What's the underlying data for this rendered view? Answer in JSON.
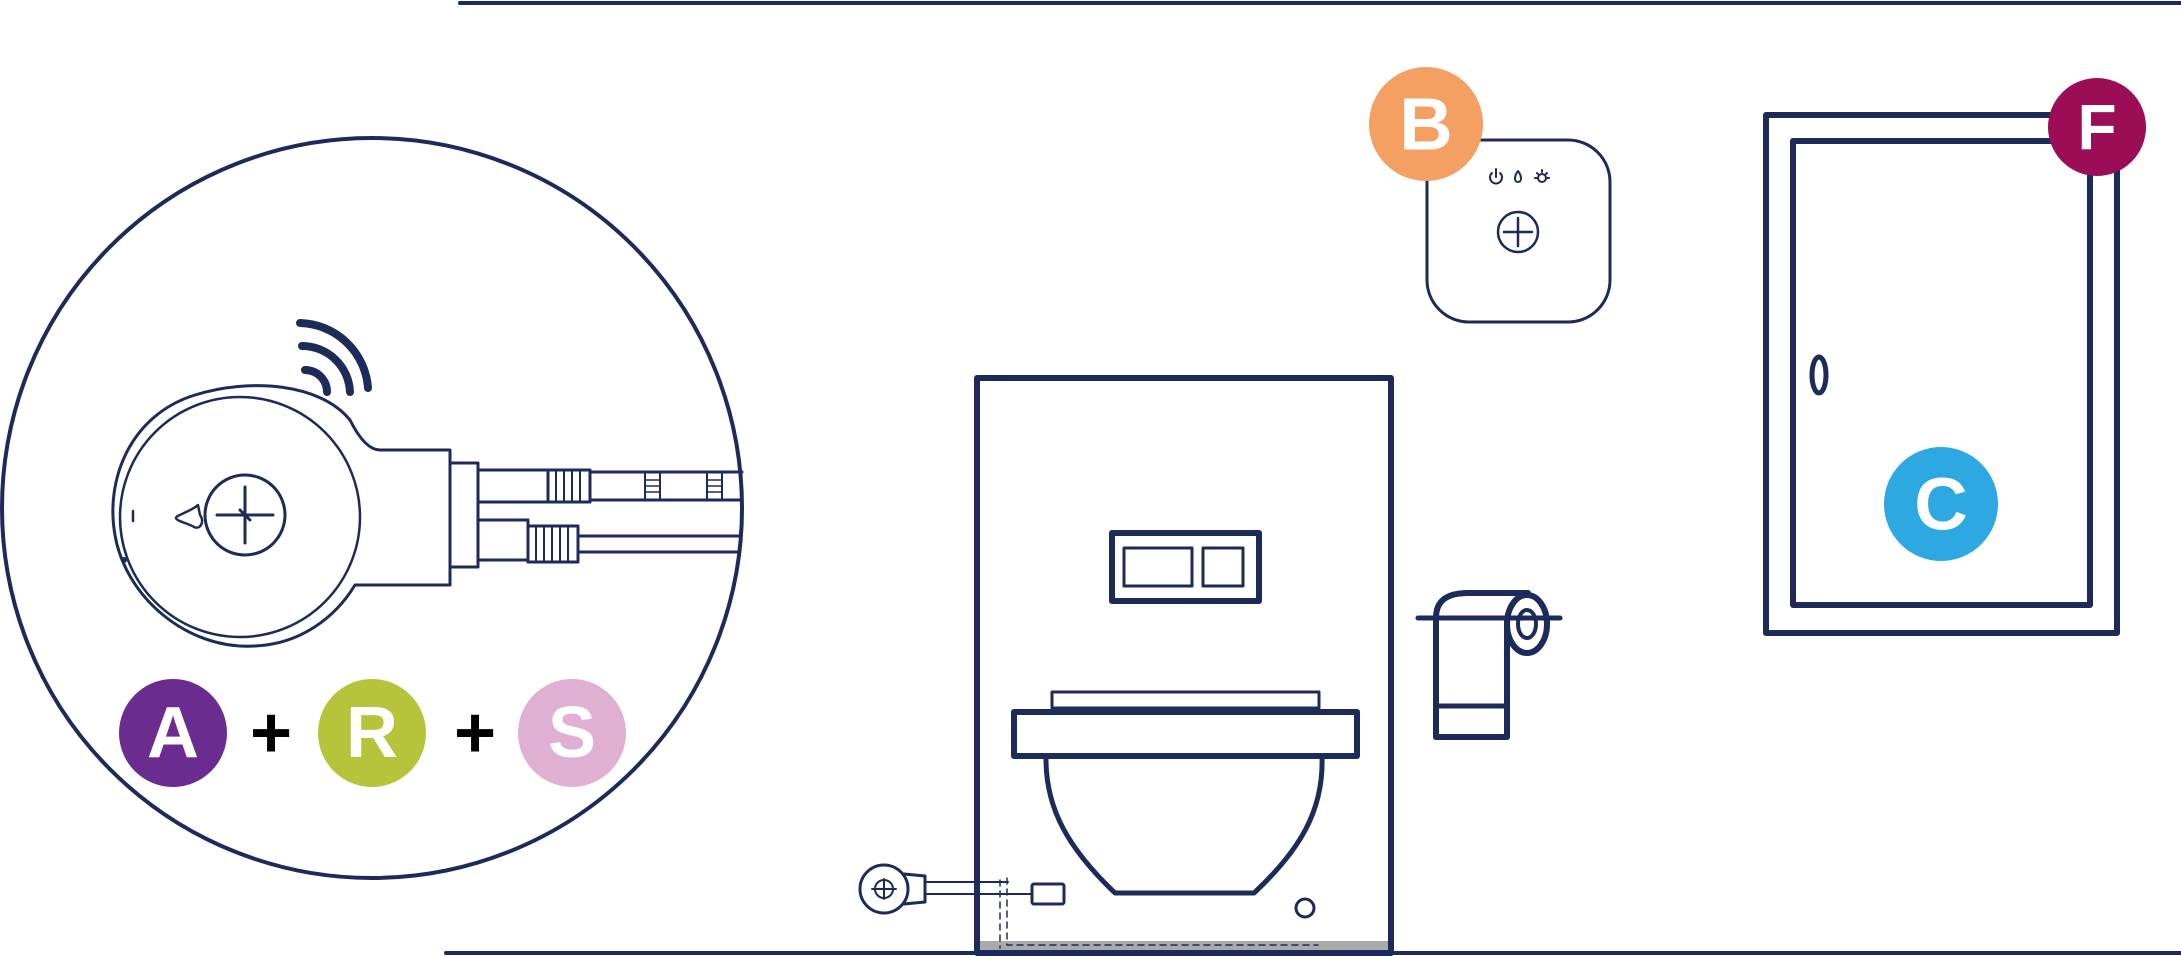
{
  "colors": {
    "line": "#1d2b5a",
    "badge_a": "#6a2c8f",
    "badge_r": "#b5c43a",
    "badge_s": "#dfb0d2",
    "badge_b": "#f4a063",
    "badge_c": "#2ea8e0",
    "badge_f": "#9b0d57",
    "floor_strip": "#a9a9a9"
  },
  "badges": {
    "a": "A",
    "r": "R",
    "s": "S",
    "b": "B",
    "c": "C",
    "f": "F"
  },
  "formula": {
    "plus_1": "+",
    "plus_2": "+"
  },
  "icons": {
    "sensor": "water-leak-sensor-icon",
    "wifi": "wifi-signal-icon",
    "hub": "hub-device-icon",
    "drop": "water-drop-icon",
    "power": "power-icon",
    "light": "light-icon"
  }
}
